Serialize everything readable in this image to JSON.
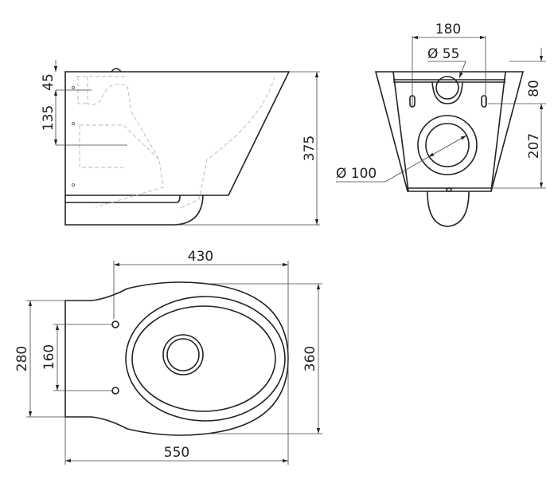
{
  "side_view": {
    "dim_top": "45",
    "dim_middle": "135",
    "dim_height": "375"
  },
  "rear_view": {
    "dim_width": "180",
    "dim_inlet": "Ø 55",
    "dim_outlet": "Ø 100",
    "dim_upper": "80",
    "dim_lower": "207"
  },
  "top_view": {
    "dim_bowl_length": "430",
    "dim_total_length": "550",
    "dim_back_width": "280",
    "dim_fixing": "160",
    "dim_width": "360"
  }
}
